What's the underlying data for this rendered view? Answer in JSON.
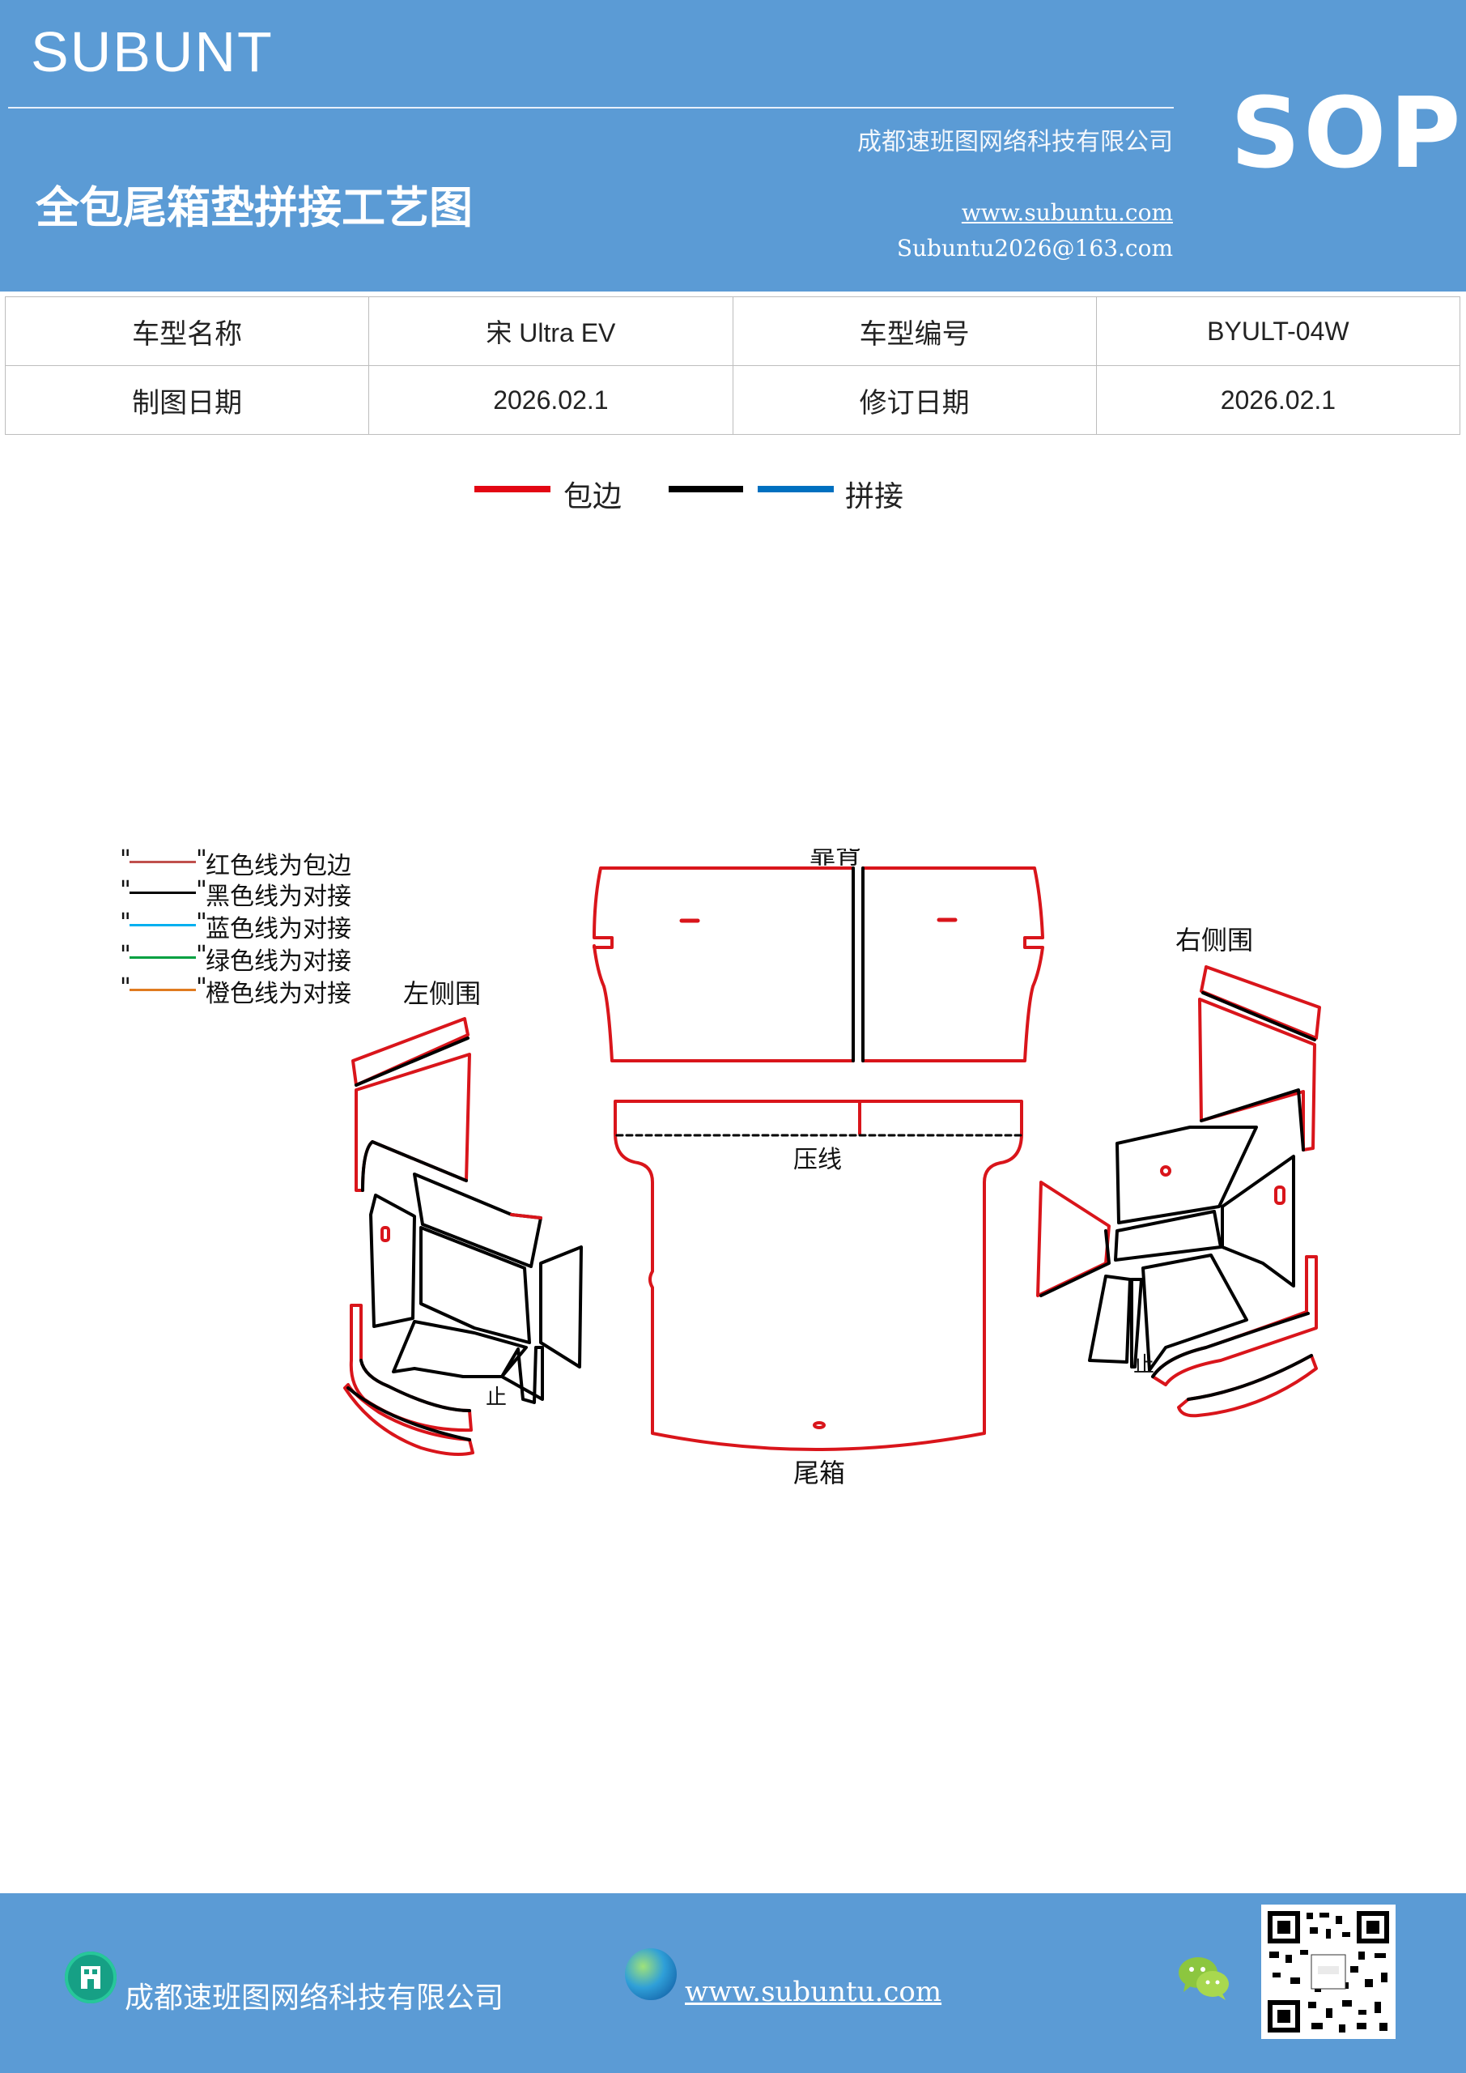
{
  "header": {
    "brand": "SUBUNT",
    "company": "成都速班图网络科技有限公司",
    "title": "全包尾箱垫拼接工艺图",
    "website": "www.subuntu.com",
    "email": "Subuntu2026@163.com",
    "badge": "SOP"
  },
  "info_table": {
    "rows": [
      {
        "label1": "车型名称",
        "value1": "宋 Ultra  EV",
        "label2": "车型编号",
        "value2": "BYULT-04W"
      },
      {
        "label1": "制图日期",
        "value1": "2026.02.1",
        "label2": "修订日期",
        "value2": "2026.02.1"
      }
    ]
  },
  "legend_top": {
    "items": [
      {
        "color": "#e30613",
        "label": "包边"
      },
      {
        "color": "#000000",
        "label": ""
      },
      {
        "color": "#0070c0",
        "label": "拼接"
      }
    ]
  },
  "diagram": {
    "side_legend": [
      {
        "color": "#c0504d",
        "label": "红色线为包边"
      },
      {
        "color": "#000000",
        "label": "黑色线为对接"
      },
      {
        "color": "#00b0f0",
        "label": "蓝色线为对接"
      },
      {
        "color": "#00a040",
        "label": "绿色线为对接"
      },
      {
        "color": "#e07b20",
        "label": "橙色线为对接"
      }
    ],
    "labels": {
      "backrest": "靠背",
      "left_side": "左侧围",
      "right_side": "右侧围",
      "press_line": "压线",
      "trunk": "尾箱",
      "stop_left": "止",
      "stop_right": "止"
    }
  },
  "footer": {
    "company": "成都速班图网络科技有限公司",
    "website": "www.subuntu.com"
  }
}
